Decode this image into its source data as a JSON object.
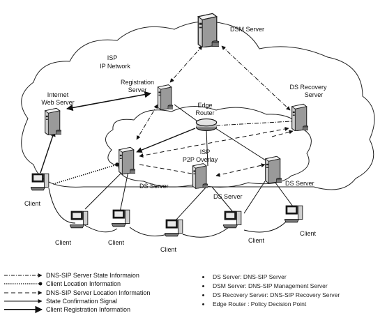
{
  "labels": {
    "dsm_server": "DSM Server",
    "isp": "ISP",
    "ip_network": "IP Network",
    "registration_server_1": "Registration",
    "registration_server_2": "Server",
    "internet_web_server_1": "Internet",
    "internet_web_server_2": "Web Server",
    "ds_recovery_server_1": "DS Recovery",
    "ds_recovery_server_2": "Server",
    "edge_router_1": "Edge",
    "edge_router_2": "Router",
    "isp_overlay_1": "ISP",
    "isp_overlay_2": "P2P Overlay",
    "ds_server_left": "DS Server",
    "ds_server_mid": "DS Server",
    "ds_server_right": "DS Server",
    "client_1": "Client",
    "client_2": "Client",
    "client_3": "Client",
    "client_4": "Client",
    "client_5": "Client",
    "client_6": "Client"
  },
  "legend": [
    {
      "style": "dashdot",
      "text": "DNS-SIP Server State Informaion"
    },
    {
      "style": "dotted",
      "text": "Client Location Information"
    },
    {
      "style": "dashed",
      "text": "DNS-SIP Server Location Information"
    },
    {
      "style": "solid-light",
      "text": "State Confirmation Signal"
    },
    {
      "style": "solid",
      "text": "Client Registration Information"
    }
  ],
  "notes": [
    "DS Server: DNS-SIP Server",
    "DSM Server: DNS-SIP Management Server",
    "DS Recovery Server: DNS-SIP Recovery Server",
    "Edge Router : Policy Decision Point"
  ]
}
